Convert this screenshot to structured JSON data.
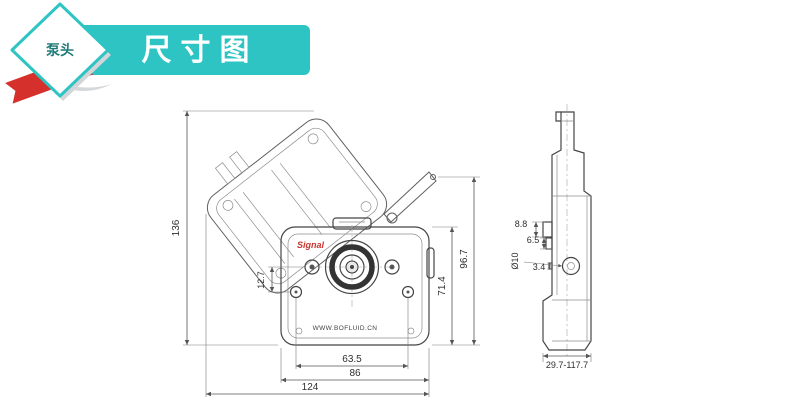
{
  "header": {
    "badge_label": "泵头",
    "banner_title": "尺寸图"
  },
  "colors": {
    "accent_teal": "#2fc4c4",
    "ribbon_red": "#d5302c",
    "drawing_line": "#454545",
    "brand_red": "#c8342e"
  },
  "drawing": {
    "brand": "Signal",
    "website": "WWW.BOFLUID.CN",
    "dimensions": {
      "total_height": "136",
      "hole_offset": "12.7",
      "body_height": "71.4",
      "open_lever_height": "96.7",
      "hole_spacing": "63.5",
      "body_width": "86",
      "total_width": "124",
      "step_top": "8.8",
      "step_mid": "6.5",
      "port_diameter": "Ø10",
      "step_small": "3.4",
      "depth_range": "29.7-117.7"
    }
  }
}
